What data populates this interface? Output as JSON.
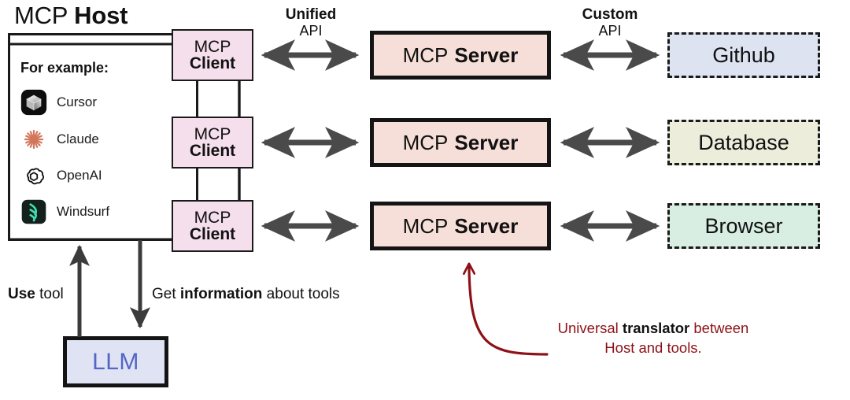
{
  "host": {
    "title_plain": "MCP",
    "title_bold": "Host",
    "for_example_label": "For example:",
    "examples": [
      {
        "name": "Cursor",
        "icon": "cursor-icon"
      },
      {
        "name": "Claude",
        "icon": "claude-icon"
      },
      {
        "name": "OpenAI",
        "icon": "openai-icon"
      },
      {
        "name": "Windsurf",
        "icon": "windsurf-icon"
      }
    ]
  },
  "clients": [
    {
      "line1": "MCP",
      "line2": "Client"
    },
    {
      "line1": "MCP",
      "line2": "Client"
    },
    {
      "line1": "MCP",
      "line2": "Client"
    }
  ],
  "servers": [
    {
      "plain": "MCP",
      "bold": "Server"
    },
    {
      "plain": "MCP",
      "bold": "Server"
    },
    {
      "plain": "MCP",
      "bold": "Server"
    }
  ],
  "tools": [
    {
      "label": "Github",
      "color": "#dde3f1"
    },
    {
      "label": "Database",
      "color": "#eceedb"
    },
    {
      "label": "Browser",
      "color": "#d9eee3"
    }
  ],
  "api_labels": {
    "unified": {
      "strong": "Unified",
      "light": "API"
    },
    "custom": {
      "strong": "Custom",
      "light": "API"
    }
  },
  "flows": {
    "use_tool_bold": "Use",
    "use_tool_rest": " tool",
    "get_info_pre": "Get ",
    "get_info_bold": "information",
    "get_info_post": " about tools"
  },
  "llm": {
    "label": "LLM"
  },
  "note": {
    "line1_pre": "Universal ",
    "line1_bold": "translator",
    "line1_post": " between",
    "line2": "Host and tools."
  },
  "colors": {
    "client_fill": "#f5dfec",
    "server_fill": "#f6dfd8",
    "llm_fill": "#dfe3f3",
    "llm_text": "#5566c4",
    "note_red": "#8e1117",
    "arrow_gray": "#4a4a4a",
    "stroke_black": "#1a1a1a"
  }
}
